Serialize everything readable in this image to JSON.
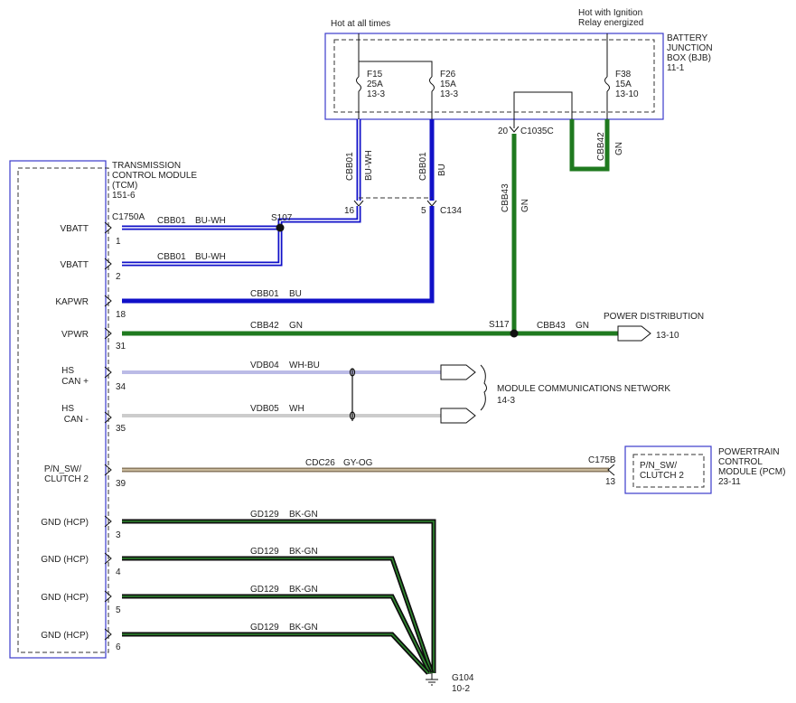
{
  "bjb": {
    "title_lines": [
      "BATTERY",
      "JUNCTION",
      "BOX (BJB)",
      "11-1"
    ],
    "hot_at_all_times": "Hot at all times",
    "hot_ignition_lines": [
      "Hot with Ignition",
      "Relay energized"
    ],
    "fuses": [
      {
        "id": "F15",
        "rating": "25A",
        "ref": "13-3"
      },
      {
        "id": "F26",
        "rating": "15A",
        "ref": "13-3"
      },
      {
        "id": "F38",
        "rating": "15A",
        "ref": "13-10"
      }
    ],
    "connector_pin": "20",
    "connector": "C1035C",
    "wire_cbb42": "CBB42",
    "wire_cbb42_color": "GN"
  },
  "vertical_wires": {
    "f15_circuit": "CBB01",
    "f15_color": "BU-WH",
    "f26_circuit": "CBB01",
    "f26_color": "BU",
    "cbb43_circuit": "CBB43",
    "cbb43_color": "GN"
  },
  "c134": {
    "pin_left": "16",
    "pin_right": "5",
    "name": "C134"
  },
  "tcm": {
    "title_lines": [
      "TRANSMISSION",
      "CONTROL MODULE",
      "(TCM)",
      "151-6"
    ],
    "connector": "C1750A",
    "pins": [
      {
        "label": [
          "VBATT"
        ],
        "pin": "1",
        "circuit": "CBB01",
        "color": "BU-WH"
      },
      {
        "label": [
          "VBATT"
        ],
        "pin": "2",
        "circuit": "CBB01",
        "color": "BU-WH"
      },
      {
        "label": [
          "KAPWR"
        ],
        "pin": "18",
        "circuit": "CBB01",
        "color": "BU"
      },
      {
        "label": [
          "VPWR"
        ],
        "pin": "31",
        "circuit": "CBB42",
        "color": "GN"
      },
      {
        "label": [
          "HS",
          "CAN +"
        ],
        "pin": "34",
        "circuit": "VDB04",
        "color": "WH-BU"
      },
      {
        "label": [
          "HS",
          "CAN -"
        ],
        "pin": "35",
        "circuit": "VDB05",
        "color": "WH"
      },
      {
        "label": [
          "P/N_SW/",
          "CLUTCH 2"
        ],
        "pin": "39",
        "circuit": "CDC26",
        "color": "GY-OG"
      },
      {
        "label": [
          "GND (HCP)"
        ],
        "pin": "3",
        "circuit": "GD129",
        "color": "BK-GN"
      },
      {
        "label": [
          "GND (HCP)"
        ],
        "pin": "4",
        "circuit": "GD129",
        "color": "BK-GN"
      },
      {
        "label": [
          "GND (HCP)"
        ],
        "pin": "5",
        "circuit": "GD129",
        "color": "BK-GN"
      },
      {
        "label": [
          "GND (HCP)"
        ],
        "pin": "6",
        "circuit": "GD129",
        "color": "BK-GN"
      }
    ]
  },
  "splices": {
    "s107": "S107",
    "s117": "S117"
  },
  "power_distribution": {
    "circuit": "CBB43",
    "color": "GN",
    "title": "POWER DISTRIBUTION",
    "ref": "13-10"
  },
  "network": {
    "title": "MODULE COMMUNICATIONS NETWORK",
    "ref": "14-3"
  },
  "pcm": {
    "connector": "C175B",
    "pin": "13",
    "inner_lines": [
      "P/N_SW/",
      "CLUTCH 2"
    ],
    "title_lines": [
      "POWERTRAIN",
      "CONTROL",
      "MODULE (PCM)",
      "23-11"
    ]
  },
  "ground": {
    "name": "G104",
    "ref": "10-2"
  },
  "colors": {
    "bu": "#1010c8",
    "gn": "#1f7a1f",
    "bk": "#0d0d0d",
    "gy_og": "#8a7a60",
    "box": "#3b3bcc"
  }
}
